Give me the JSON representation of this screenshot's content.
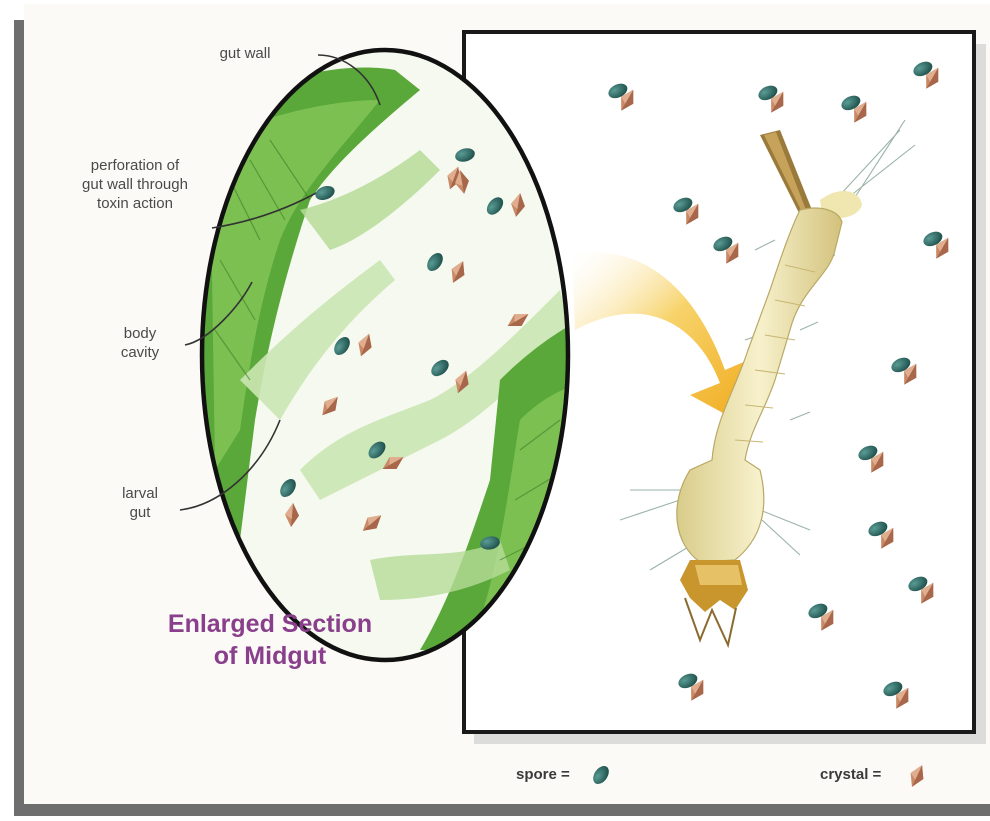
{
  "labels": {
    "gut_wall": "gut wall",
    "perforation": [
      "perforation of",
      "gut wall through",
      "toxin action"
    ],
    "body_cavity": [
      "body",
      "cavity"
    ],
    "larval_gut": [
      "larval",
      "gut"
    ]
  },
  "title": [
    "Enlarged Section",
    "of Midgut"
  ],
  "legend": {
    "spore": "spore =",
    "crystal": "crystal ="
  },
  "colors": {
    "spore": "#2e6e68",
    "crystal": "#c98a68",
    "gut_green": "#5aa83a",
    "title_purple": "#8a3f8c",
    "arrow": "#f2b520",
    "larva": "#efe6b0"
  }
}
